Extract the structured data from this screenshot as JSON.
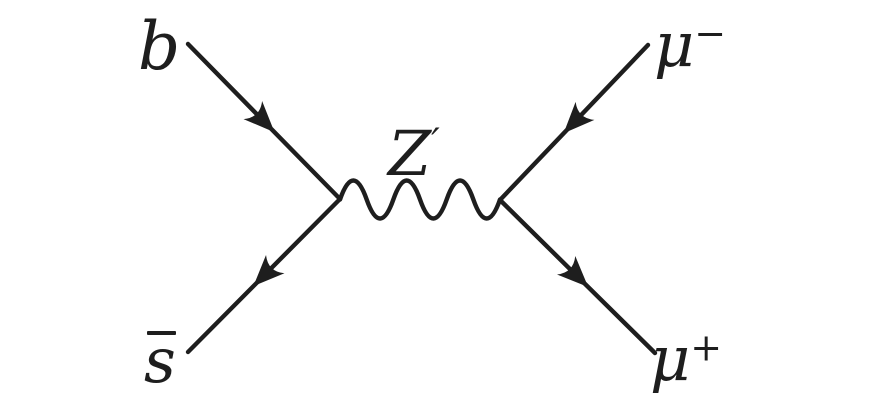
{
  "figure": {
    "type": "feynman-diagram",
    "process": "b + s̄ → Z′ → μ⁻ + μ⁺",
    "colors": {
      "background": "#ffffff",
      "ink": "#1e1e1e"
    },
    "labels": {
      "b": {
        "base": "b",
        "role": "incoming b quark"
      },
      "sbar": {
        "base": "s",
        "antiparticle_overbar": true,
        "role": "incoming anti-s quark"
      },
      "zprime": {
        "base": "Z",
        "sup": "′",
        "role": "Z-prime boson propagator"
      },
      "mu_minus": {
        "base": "μ",
        "sup": "−",
        "role": "outgoing negative muon"
      },
      "mu_plus": {
        "base": "μ",
        "sup": "+",
        "role": "outgoing positive muon"
      }
    },
    "edges": [
      {
        "name": "b-quark-line",
        "style": "fermion-solid",
        "from": "b-label",
        "to": "left-vertex",
        "arrow": "toward-vertex"
      },
      {
        "name": "s-antiquark-line",
        "style": "fermion-solid",
        "from": "left-vertex",
        "to": "sbar-label",
        "arrow": "away-from-vertex"
      },
      {
        "name": "z-prime-propagator",
        "style": "boson-wavy",
        "from": "left-vertex",
        "to": "right-vertex",
        "arrow": "none"
      },
      {
        "name": "mu-minus-line",
        "style": "fermion-solid",
        "from": "mu-minus-label",
        "to": "right-vertex",
        "arrow": "toward-vertex"
      },
      {
        "name": "mu-plus-line",
        "style": "fermion-solid",
        "from": "right-vertex",
        "to": "mu-plus-label",
        "arrow": "away-from-vertex"
      }
    ]
  }
}
